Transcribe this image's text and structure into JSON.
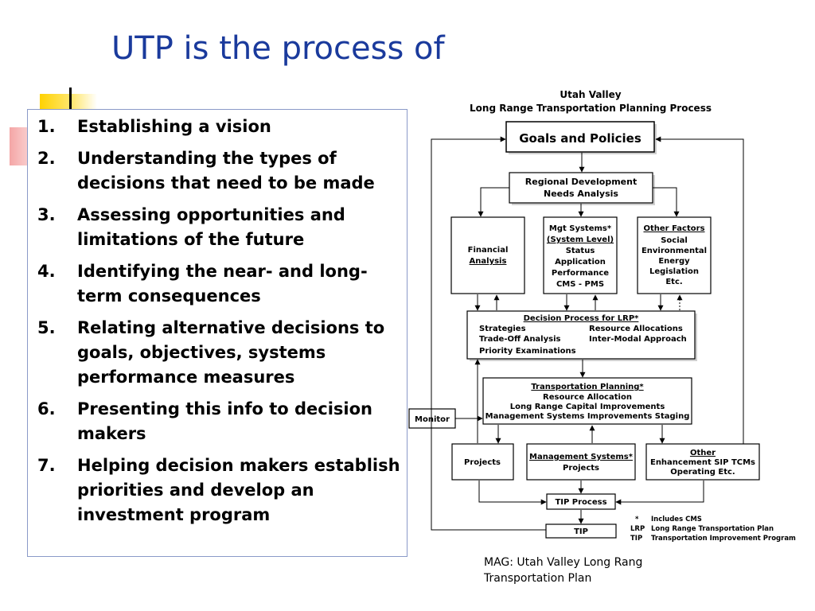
{
  "slide": {
    "title": "UTP is the process of",
    "items": [
      {
        "num": "1.",
        "text": "Establishing a vision"
      },
      {
        "num": "2.",
        "text": "Understanding the types of decisions that need to be made"
      },
      {
        "num": "3.",
        "text": "Assessing opportunities and limitations of the future"
      },
      {
        "num": "4.",
        "text": "Identifying the near- and long-term consequences"
      },
      {
        "num": "5.",
        "text": "Relating alternative decisions to goals, objectives, systems performance measures"
      },
      {
        "num": "6.",
        "text": "Presenting this info to decision makers"
      },
      {
        "num": "7.",
        "text": "Helping decision makers establish priorities and develop an investment program"
      }
    ],
    "caption_line1": "MAG: Utah Valley Long Rang",
    "caption_line2": "Transportation Plan"
  },
  "diagram": {
    "title_line1": "Utah Valley",
    "title_line2": "Long Range Transportation Planning Process",
    "goals": "Goals and Policies",
    "regional_line1": "Regional Development",
    "regional_line2": "Needs Analysis",
    "financial_line1": "Financial",
    "financial_line2": "Analysis",
    "mgt_line1": "Mgt Systems*",
    "mgt_line2": "(System Level)",
    "mgt_line3": "Status",
    "mgt_line4": "Application",
    "mgt_line5": "Performance",
    "mgt_line6": "CMS - PMS",
    "other_line1": "Other Factors",
    "other_line2": "Social",
    "other_line3": "Environmental",
    "other_line4": "Energy",
    "other_line5": "Legislation",
    "other_line6": "Etc.",
    "dp_title": "Decision Process for LRP*",
    "dp_strategies": "Strategies",
    "dp_resource": "Resource Allocations",
    "dp_tradeoff": "Trade-Off Analysis",
    "dp_intermodal": "Inter-Modal Approach",
    "dp_priority": "Priority Examinations",
    "tp_title": "Transportation Planning*",
    "tp_line2": "Resource Allocation",
    "tp_line3": "Long Range Capital Improvements",
    "tp_line4": "Management Systems Improvements Staging",
    "monitor": "Monitor",
    "projects": "Projects",
    "ms_line1": "Management Systems*",
    "ms_line2": "Projects",
    "oe_line1": "Other",
    "oe_line2": "Enhancement SIP TCMs",
    "oe_line3": "Operating Etc.",
    "tip_process": "TIP Process",
    "tip": "TIP",
    "legend": [
      {
        "key": "*",
        "text": "Includes CMS"
      },
      {
        "key": "LRP",
        "text": "Long Range Transportation Plan"
      },
      {
        "key": "TIP",
        "text": "Transportation Improvement Program"
      }
    ]
  }
}
